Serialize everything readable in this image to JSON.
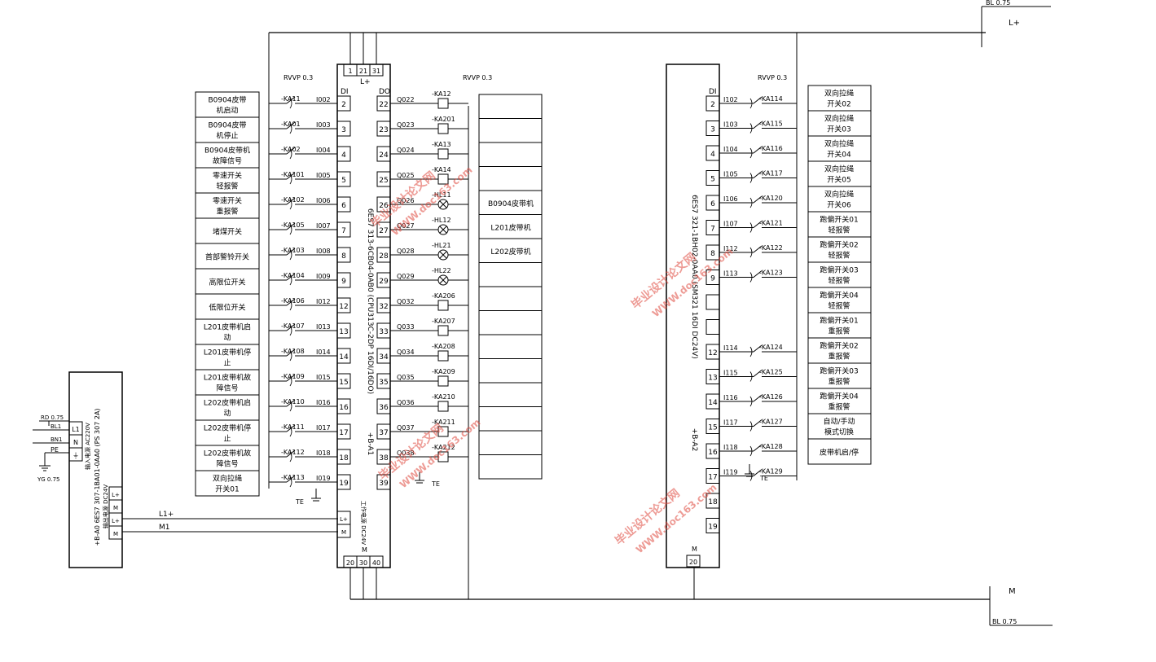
{
  "bus": {
    "top": "L+",
    "bottom": "M",
    "top_wire": "BL 0.75",
    "bottom_wire": "BL 0.75"
  },
  "rvvp": [
    "RVVP 0.3",
    "RVVP 0.3",
    "RVVP 0.3"
  ],
  "psu": {
    "title": "+B-A0  6ES7 307-1BA01-0AA0 (PS 307 2A)",
    "input": "输入电源 AC220V",
    "output": "输出电源 DC24V",
    "in_terms": [
      "L1",
      "N",
      "⏚"
    ],
    "out_terms": [
      "L+",
      "M",
      "L+",
      "M"
    ],
    "wires_in": [
      "RD 0.75",
      "BL1",
      "BN1",
      "PE",
      "YG 0.75"
    ],
    "out_l": "L1+",
    "out_m": "M1"
  },
  "cpu": {
    "title": "6ES7 313-6CB04-0AB0 (CPU313C-2DP 16DI/16DO)",
    "ref": "+B-A1",
    "top_terms": [
      "1",
      "21",
      "31"
    ],
    "top_label": "L+",
    "bottom_terms": [
      "20",
      "30",
      "40"
    ],
    "bottom_label": "M",
    "di_label": "DI",
    "do_label": "DO",
    "power_label": "工作电源 DC24V",
    "power_terms": [
      "L+",
      "M"
    ],
    "di_terms": [
      "2",
      "3",
      "4",
      "5",
      "6",
      "7",
      "8",
      "9",
      "12",
      "13",
      "14",
      "15",
      "16",
      "17",
      "18",
      "19"
    ],
    "do_terms": [
      "22",
      "23",
      "24",
      "25",
      "26",
      "27",
      "28",
      "29",
      "32",
      "33",
      "34",
      "35",
      "36",
      "37",
      "38",
      "39"
    ]
  },
  "di_inputs": [
    {
      "desc": "B0904皮带 机启动",
      "relay": "-KA11",
      "addr": "I002"
    },
    {
      "desc": "B0904皮带 机停止",
      "relay": "-KA01",
      "addr": "I003"
    },
    {
      "desc": "B0904皮带机 故障信号",
      "relay": "-KA02",
      "addr": "I004"
    },
    {
      "desc": "零速开关 轻报警",
      "relay": "-KA101",
      "addr": "I005"
    },
    {
      "desc": "零速开关 重报警",
      "relay": "-KA102",
      "addr": "I006"
    },
    {
      "desc": "堵煤开关",
      "relay": "-KA105",
      "addr": "I007"
    },
    {
      "desc": "首部警铃开关",
      "relay": "-KA103",
      "addr": "I008"
    },
    {
      "desc": "高限位开关",
      "relay": "-KA104",
      "addr": "I009"
    },
    {
      "desc": "低限位开关",
      "relay": "-KA106",
      "addr": "I012"
    },
    {
      "desc": "L201皮带机启 动",
      "relay": "-KA107",
      "addr": "I013"
    },
    {
      "desc": "L201皮带机停 止",
      "relay": "-KA108",
      "addr": "I014"
    },
    {
      "desc": "L201皮带机故 障信号",
      "relay": "-KA109",
      "addr": "I015"
    },
    {
      "desc": "L202皮带机启 动",
      "relay": "-KA110",
      "addr": "I016"
    },
    {
      "desc": "L202皮带机停 止",
      "relay": "-KA111",
      "addr": "I017"
    },
    {
      "desc": "L202皮带机故 障信号",
      "relay": "-KA112",
      "addr": "I018"
    },
    {
      "desc": "双向拉绳 开关01",
      "relay": "-KA113",
      "addr": "I019"
    }
  ],
  "do_outputs": [
    {
      "addr": "Q022",
      "coil": "-KA12",
      "kind": "coil"
    },
    {
      "addr": "Q023",
      "coil": "-KA201",
      "kind": "coil"
    },
    {
      "addr": "Q024",
      "coil": "-KA13",
      "kind": "coil"
    },
    {
      "addr": "Q025",
      "coil": "-KA14",
      "kind": "coil"
    },
    {
      "addr": "Q026",
      "coil": "-HL11",
      "kind": "lamp"
    },
    {
      "addr": "Q027",
      "coil": "-HL12",
      "kind": "lamp"
    },
    {
      "addr": "Q028",
      "coil": "-HL21",
      "kind": "lamp"
    },
    {
      "addr": "Q029",
      "coil": "-HL22",
      "kind": "lamp"
    },
    {
      "addr": "Q032",
      "coil": "-KA206",
      "kind": "coil"
    },
    {
      "addr": "Q033",
      "coil": "-KA207",
      "kind": "coil"
    },
    {
      "addr": "Q034",
      "coil": "-KA208",
      "kind": "coil"
    },
    {
      "addr": "Q035",
      "coil": "-KA209",
      "kind": "coil"
    },
    {
      "addr": "Q036",
      "coil": "-KA210",
      "kind": "coil"
    },
    {
      "addr": "Q037",
      "coil": "-KA211",
      "kind": "coil"
    },
    {
      "addr": "Q038",
      "coil": "-KA212",
      "kind": "coil"
    }
  ],
  "do_boxes": [
    "",
    "",
    "",
    "",
    "B0904皮带机",
    "L201皮带机",
    "L202皮带机",
    "",
    "",
    "",
    "",
    "",
    "",
    "",
    "",
    ""
  ],
  "te": "TE",
  "dim": {
    "title": "6ES7 321-1BH02-0AA0 (SM321 16DI DC24V)",
    "ref": "+B-A2",
    "di_label": "DI",
    "bottom_term": "20",
    "bottom_label": "M",
    "terms": [
      "2",
      "3",
      "4",
      "5",
      "6",
      "7",
      "8",
      "9",
      "",
      "",
      "12",
      "13",
      "14",
      "15",
      "16",
      "17",
      "18",
      "19"
    ]
  },
  "dim_inputs": [
    {
      "addr": "I102",
      "relay": "-KA114",
      "desc": "双向拉绳 开关02"
    },
    {
      "addr": "I103",
      "relay": "-KA115",
      "desc": "双向拉绳 开关03"
    },
    {
      "addr": "I104",
      "relay": "-KA116",
      "desc": "双向拉绳 开关04"
    },
    {
      "addr": "I105",
      "relay": "-KA117",
      "desc": "双向拉绳 开关05"
    },
    {
      "addr": "I106",
      "relay": "-KA120",
      "desc": "双向拉绳 开关06"
    },
    {
      "addr": "I107",
      "relay": "-KA121",
      "desc": "跑偏开关01 轻报警"
    },
    {
      "addr": "I112",
      "relay": "-KA122",
      "desc": "跑偏开关02 轻报警"
    },
    {
      "addr": "I113",
      "relay": "-KA123",
      "desc": "跑偏开关03 轻报警"
    },
    {
      "addr": "",
      "relay": "",
      "desc": "跑偏开关04 轻报警"
    },
    {
      "addr": "I114",
      "relay": "-KA124",
      "desc": "跑偏开关01 重报警"
    },
    {
      "addr": "I115",
      "relay": "-KA125",
      "desc": "跑偏开关02 重报警"
    },
    {
      "addr": "I116",
      "relay": "-KA126",
      "desc": "跑偏开关03 重报警"
    },
    {
      "addr": "I117",
      "relay": "-KA127",
      "desc": "跑偏开关04 重报警"
    },
    {
      "addr": "I118",
      "relay": "-KA128",
      "desc": "自动/手动 模式切换"
    },
    {
      "addr": "I119",
      "relay": "-KA129",
      "desc": "皮带机启/停"
    }
  ],
  "watermarks": [
    "毕业设计论文网",
    "WWW.doc163.com"
  ]
}
